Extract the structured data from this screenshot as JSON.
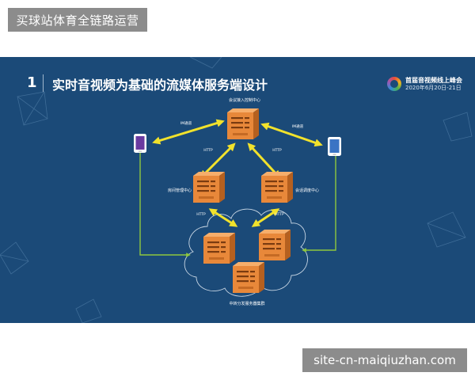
{
  "banner": {
    "text": "买球站体育全链路运营"
  },
  "slide": {
    "number": "1",
    "title": "实时音视频为基础的流媒体服务端设计",
    "conference": "首届音视频线上峰会",
    "date": "2020年6月20日-21日"
  },
  "diagram": {
    "nodes": {
      "session_center": "会议接入控制中心",
      "room_center": "房间管理中心",
      "scheduling_center": "会话调度中心",
      "cluster": "中转分发服务器集群"
    },
    "edges": {
      "im_left": "IM通道",
      "im_right": "IM通道",
      "http_top_left": "HTTP",
      "http_top_right": "HTTP",
      "http_bottom_left": "HTTP",
      "http_bottom_right": "HTTP"
    },
    "colors": {
      "background": "#1b4a78",
      "server": "#e8883a",
      "arrow_yellow": "#f1e22c",
      "arrow_green": "#8fc73e"
    }
  },
  "watermark": {
    "text": "site-cn-maiqiuzhan.com"
  }
}
